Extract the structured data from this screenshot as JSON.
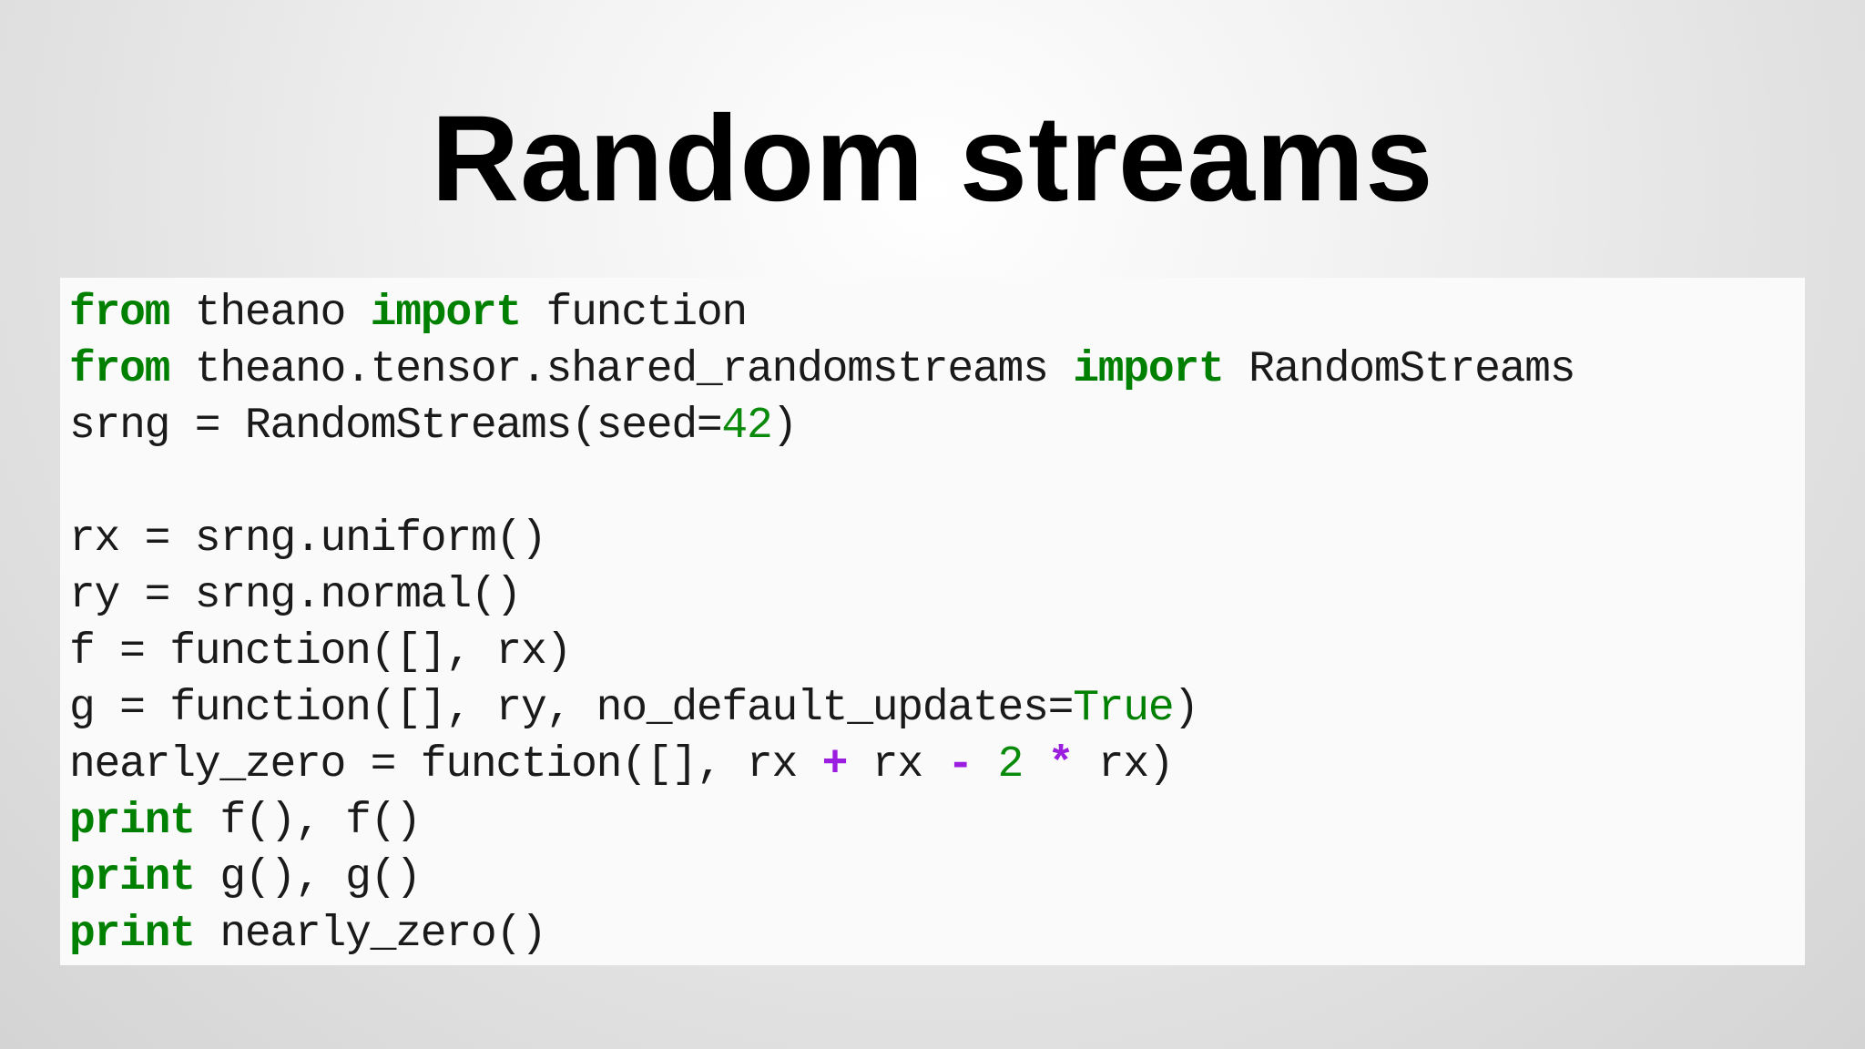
{
  "slide": {
    "title": "Random streams"
  },
  "colors": {
    "keyword": "#008000",
    "number": "#0a8a0a",
    "operator": "#9a1de0",
    "text": "#1a1a1a",
    "code_background": "#fafafa"
  },
  "code": {
    "language": "python",
    "lines": [
      [
        {
          "t": "from",
          "c": "kw"
        },
        {
          "t": " theano ",
          "c": "plain"
        },
        {
          "t": "import",
          "c": "kw"
        },
        {
          "t": " function",
          "c": "plain"
        }
      ],
      [
        {
          "t": "from",
          "c": "kw"
        },
        {
          "t": " theano.tensor.shared_randomstreams ",
          "c": "plain"
        },
        {
          "t": "import",
          "c": "kw"
        },
        {
          "t": " RandomStreams",
          "c": "plain"
        }
      ],
      [
        {
          "t": "srng = RandomStreams(seed=",
          "c": "plain"
        },
        {
          "t": "42",
          "c": "num"
        },
        {
          "t": ")",
          "c": "plain"
        }
      ],
      [],
      [
        {
          "t": "rx = srng.uniform()",
          "c": "plain"
        }
      ],
      [
        {
          "t": "ry = srng.normal()",
          "c": "plain"
        }
      ],
      [
        {
          "t": "f = function([], rx)",
          "c": "plain"
        }
      ],
      [
        {
          "t": "g = function([], ry, no_default_updates=",
          "c": "plain"
        },
        {
          "t": "True",
          "c": "bi"
        },
        {
          "t": ")",
          "c": "plain"
        }
      ],
      [
        {
          "t": "nearly_zero = function([], rx ",
          "c": "plain"
        },
        {
          "t": "+",
          "c": "op"
        },
        {
          "t": " rx ",
          "c": "plain"
        },
        {
          "t": "-",
          "c": "op"
        },
        {
          "t": " ",
          "c": "plain"
        },
        {
          "t": "2",
          "c": "num"
        },
        {
          "t": " ",
          "c": "plain"
        },
        {
          "t": "*",
          "c": "op"
        },
        {
          "t": " rx)",
          "c": "plain"
        }
      ],
      [
        {
          "t": "print",
          "c": "kw"
        },
        {
          "t": " f(), f()",
          "c": "plain"
        }
      ],
      [
        {
          "t": "print",
          "c": "kw"
        },
        {
          "t": " g(), g()",
          "c": "plain"
        }
      ],
      [
        {
          "t": "print",
          "c": "kw"
        },
        {
          "t": " nearly_zero()",
          "c": "plain"
        }
      ]
    ]
  }
}
